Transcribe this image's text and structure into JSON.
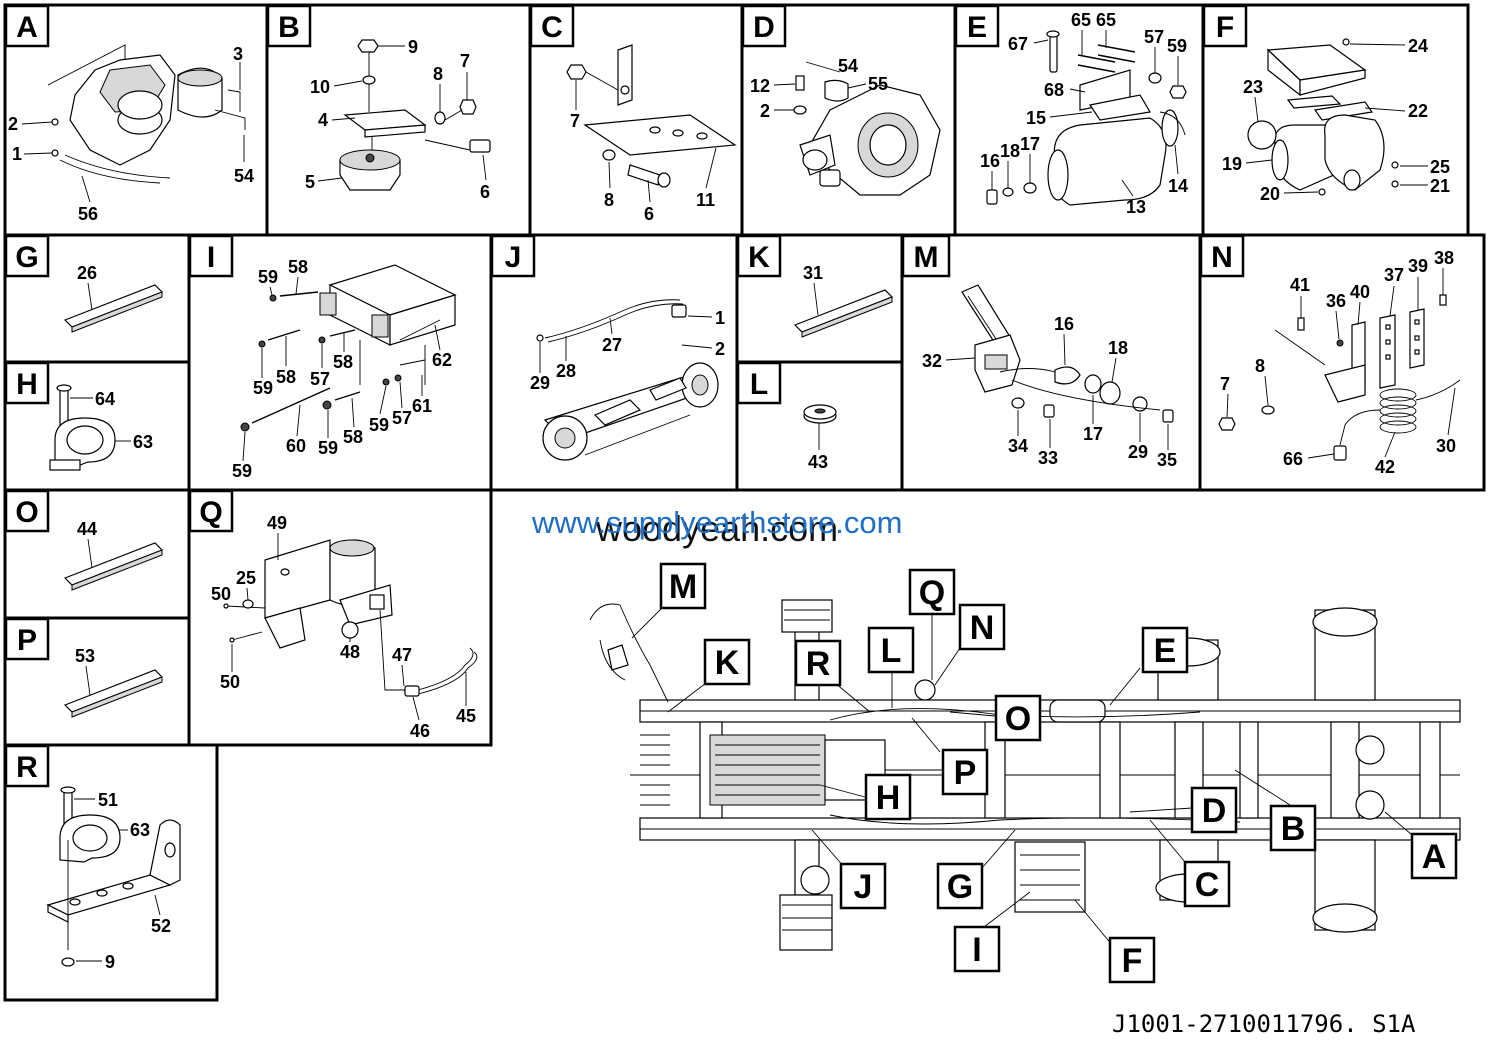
{
  "panels": {
    "A": {
      "letter": "A",
      "labels": [
        "3",
        "2",
        "1",
        "54",
        "56"
      ]
    },
    "B": {
      "letter": "B",
      "labels": [
        "9",
        "10",
        "8",
        "7",
        "4",
        "5",
        "6"
      ]
    },
    "C": {
      "letter": "C",
      "labels": [
        "7",
        "8",
        "6",
        "11"
      ]
    },
    "D": {
      "letter": "D",
      "labels": [
        "54",
        "12",
        "55",
        "2"
      ]
    },
    "E": {
      "letter": "E",
      "labels": [
        "67",
        "65",
        "65",
        "57",
        "59",
        "68",
        "15",
        "16",
        "18",
        "17",
        "13",
        "14"
      ]
    },
    "F": {
      "letter": "F",
      "labels": [
        "24",
        "23",
        "22",
        "19",
        "25",
        "21",
        "20"
      ]
    },
    "G": {
      "letter": "G",
      "labels": [
        "26"
      ]
    },
    "H": {
      "letter": "H",
      "labels": [
        "64",
        "63"
      ]
    },
    "I": {
      "letter": "I",
      "labels": [
        "59",
        "58",
        "62",
        "58",
        "59",
        "58",
        "57",
        "59",
        "60",
        "59",
        "58",
        "59",
        "57",
        "61"
      ]
    },
    "J": {
      "letter": "J",
      "labels": [
        "1",
        "2",
        "27",
        "29",
        "28"
      ]
    },
    "K": {
      "letter": "K",
      "labels": [
        "31"
      ]
    },
    "L": {
      "letter": "L",
      "labels": [
        "43"
      ]
    },
    "M": {
      "letter": "M",
      "labels": [
        "16",
        "18",
        "32",
        "34",
        "33",
        "17",
        "29",
        "35"
      ]
    },
    "N": {
      "letter": "N",
      "labels": [
        "41",
        "36",
        "40",
        "37",
        "39",
        "38",
        "8",
        "7",
        "66",
        "42",
        "30"
      ]
    },
    "O": {
      "letter": "O",
      "labels": [
        "44"
      ]
    },
    "P": {
      "letter": "P",
      "labels": [
        "53"
      ]
    },
    "Q": {
      "letter": "Q",
      "labels": [
        "49",
        "25",
        "50",
        "48",
        "50",
        "47",
        "46",
        "45"
      ]
    },
    "R": {
      "letter": "R",
      "labels": [
        "51",
        "63",
        "52",
        "9"
      ]
    }
  },
  "callouts": [
    "M",
    "K",
    "R",
    "L",
    "Q",
    "N",
    "E",
    "O",
    "P",
    "H",
    "D",
    "B",
    "A",
    "C",
    "J",
    "G",
    "I",
    "F"
  ],
  "watermark": {
    "primary": "www.supplyearthstore.com",
    "secondary": "woodyeah.com"
  },
  "drawing_code": "J1001-2710011796. S1A",
  "colors": {
    "line": "#000000",
    "watermark_blue": "#1f6fc6",
    "background": "#ffffff"
  }
}
